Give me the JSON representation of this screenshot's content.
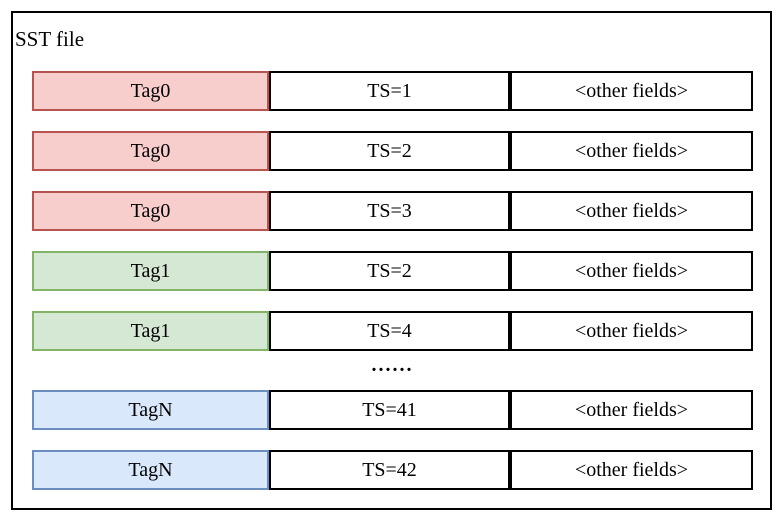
{
  "diagram": {
    "title": "SST file",
    "ellipsis": "......",
    "colors": {
      "red_fill": "#f8cecc",
      "red_stroke": "#b85450",
      "green_fill": "#d5e8d4",
      "green_stroke": "#82b366",
      "blue_fill": "#dae8fc",
      "blue_stroke": "#6c8ebf",
      "outline": "#000000"
    },
    "rows": [
      {
        "tag": "Tag0",
        "ts": "TS=1",
        "other": "<other fields>",
        "color": "red"
      },
      {
        "tag": "Tag0",
        "ts": "TS=2",
        "other": "<other fields>",
        "color": "red"
      },
      {
        "tag": "Tag0",
        "ts": "TS=3",
        "other": "<other fields>",
        "color": "red"
      },
      {
        "tag": "Tag1",
        "ts": "TS=2",
        "other": "<other fields>",
        "color": "green"
      },
      {
        "tag": "Tag1",
        "ts": "TS=4",
        "other": "<other fields>",
        "color": "green"
      },
      {
        "tag": "TagN",
        "ts": "TS=41",
        "other": "<other fields>",
        "color": "blue"
      },
      {
        "tag": "TagN",
        "ts": "TS=42",
        "other": "<other fields>",
        "color": "blue"
      }
    ]
  }
}
